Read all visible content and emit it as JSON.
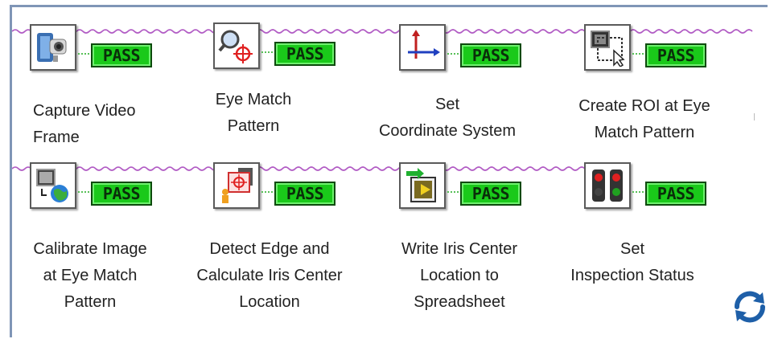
{
  "status_label": "PASS",
  "colors": {
    "frame": "#7f95b6",
    "wire": "#b15bc4",
    "pass_fill": "#1ac91a",
    "pass_text": "#0a2e0a",
    "refresh": "#1e5fa8"
  },
  "steps": [
    {
      "label": "Capture Video\nFrame",
      "icon": "camera-icon",
      "status": "PASS"
    },
    {
      "label": "Eye Match\nPattern",
      "icon": "pattern-match-icon",
      "status": "PASS"
    },
    {
      "label": "Set\nCoordinate System",
      "icon": "coordinate-system-icon",
      "status": "PASS"
    },
    {
      "label": "Create ROI at Eye\nMatch Pattern",
      "icon": "roi-icon",
      "status": "PASS"
    },
    {
      "label": "Calibrate Image\nat Eye Match\nPattern",
      "icon": "calibrate-globe-icon",
      "status": "PASS"
    },
    {
      "label": "Detect Edge and\nCalculate Iris Center\nLocation",
      "icon": "edge-detect-icon",
      "status": "PASS"
    },
    {
      "label": "Write Iris Center\nLocation to\nSpreadsheet",
      "icon": "write-spreadsheet-icon",
      "status": "PASS"
    },
    {
      "label": "Set\nInspection Status",
      "icon": "traffic-light-icon",
      "status": "PASS"
    }
  ],
  "refresh_icon": "refresh-icon"
}
